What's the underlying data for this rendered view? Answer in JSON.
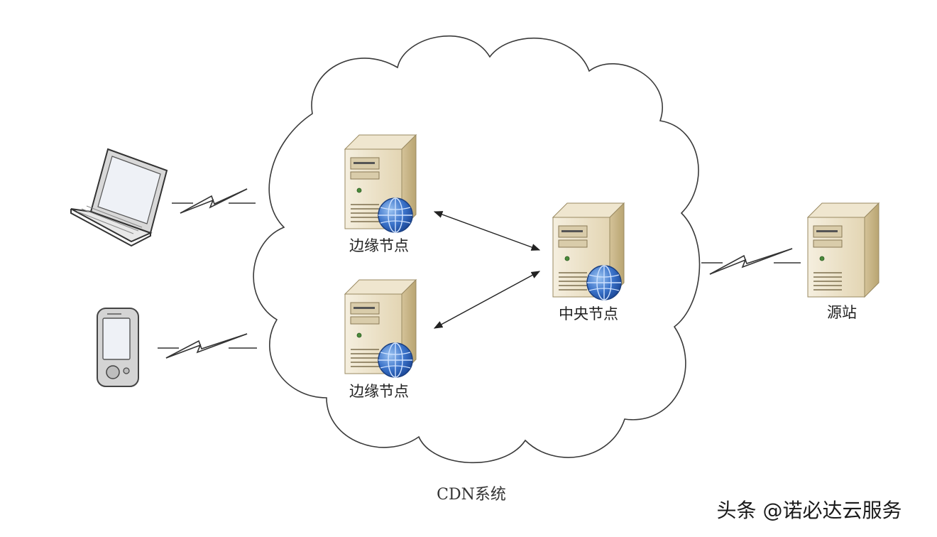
{
  "diagram": {
    "nodes": {
      "edge_top": {
        "label": "边缘节点"
      },
      "edge_bottom": {
        "label": "边缘节点"
      },
      "central": {
        "label": "中央节点"
      },
      "origin": {
        "label": "源站"
      }
    },
    "devices": {
      "laptop": {
        "icon": "laptop-icon"
      },
      "phone": {
        "icon": "mobile-phone-icon"
      }
    },
    "system_label": "CDN系统",
    "colors": {
      "server_body": "#e8dcc0",
      "server_front": "#f3ecd9",
      "server_side": "#c9b68a",
      "globe": "#2f63b8",
      "line": "#333333"
    }
  },
  "watermark": {
    "text": "头条 @诺必达云服务"
  }
}
